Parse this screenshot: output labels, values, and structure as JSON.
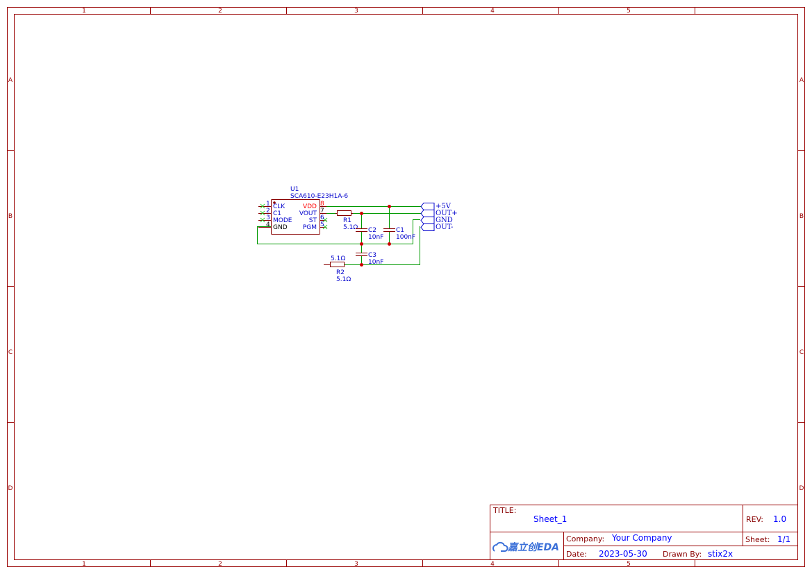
{
  "frame": {
    "columns": [
      "1",
      "2",
      "3",
      "4",
      "5"
    ],
    "rows": [
      "A",
      "B",
      "C",
      "D"
    ]
  },
  "schematic": {
    "u1": {
      "designator": "U1",
      "part": "SCA610-E23H1A-6",
      "left_pins": [
        {
          "num": "1",
          "name": "CLK"
        },
        {
          "num": "2",
          "name": "C1"
        },
        {
          "num": "3",
          "name": "MODE"
        },
        {
          "num": "4",
          "name": "GND"
        }
      ],
      "right_pins": [
        {
          "num": "8",
          "name": "VDD"
        },
        {
          "num": "7",
          "name": "VOUT"
        },
        {
          "num": "6",
          "name": "ST"
        },
        {
          "num": "5",
          "name": "PGM"
        }
      ]
    },
    "r1": {
      "designator": "R1",
      "value": "5.1Ω"
    },
    "r2": {
      "designator": "R2",
      "value": "5.1Ω",
      "value_overlap": "5.1Ω"
    },
    "c1": {
      "designator": "C1",
      "value": "100nF"
    },
    "c2": {
      "designator": "C2",
      "value": "10nF"
    },
    "c3": {
      "designator": "C3",
      "value": "10nF"
    },
    "ports": [
      "+5V",
      "OUT+",
      "GND",
      "OUT-"
    ],
    "colors": {
      "wire": "#009900",
      "part": "#880000",
      "text": "#0000cc",
      "power_pin": "#ff0000",
      "junction": "#cc0000"
    }
  },
  "title_block": {
    "title_label": "TITLE:",
    "title": "Sheet_1",
    "rev_label": "REV:",
    "rev": "1.0",
    "company_label": "Company:",
    "company": "Your Company",
    "sheet_label": "Sheet:",
    "sheet": "1/1",
    "date_label": "Date:",
    "date": "2023-05-30",
    "drawn_by_label": "Drawn By:",
    "drawn_by": "stix2x",
    "logo": "嘉立创EDA"
  }
}
